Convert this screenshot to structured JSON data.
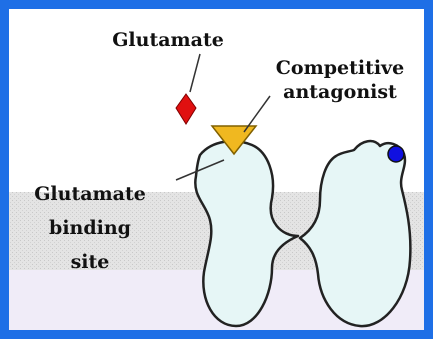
{
  "labels": {
    "glutamate": "Glutamate",
    "competitive_line1": "Competitive",
    "competitive_line2": "antagonist",
    "binding_line1": "Glutamate",
    "binding_line2": "binding",
    "binding_line3": "site"
  },
  "colors": {
    "frame_border": "#1e6fe6",
    "membrane_band": "#e4e4e4",
    "intracellular": "#f0ecf8",
    "receptor_fill": "#e6f6f6",
    "receptor_stroke": "#222222",
    "glutamate_marker": "#e01010",
    "antagonist_marker": "#f0b820",
    "site_marker": "#1010e0"
  }
}
